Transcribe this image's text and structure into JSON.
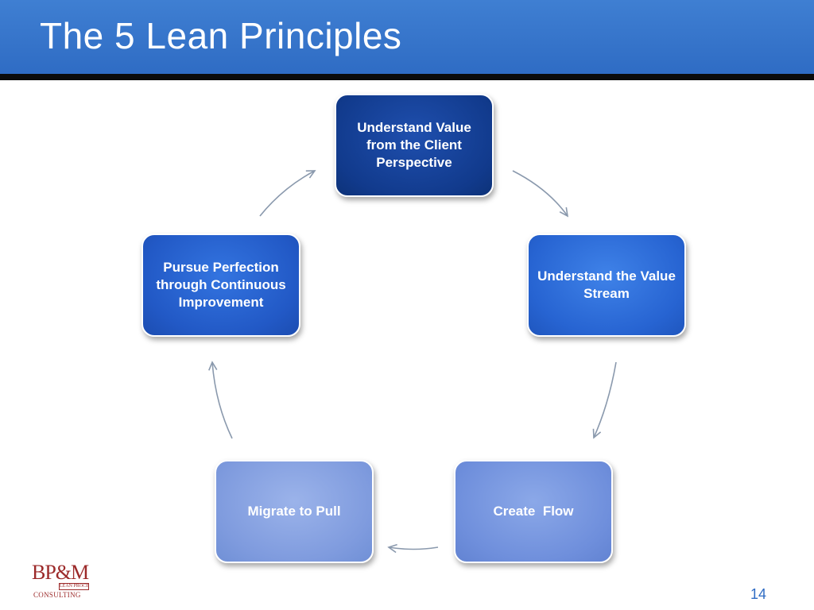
{
  "slide": {
    "title": "The 5 Lean Principles",
    "page_number": "14"
  },
  "cycle": {
    "steps": [
      {
        "label": "Understand Value from the Client Perspective"
      },
      {
        "label": "Understand the Value Stream"
      },
      {
        "label": "Create  Flow"
      },
      {
        "label": "Migrate to Pull"
      },
      {
        "label": "Pursue Perfection through Continuous Improvement"
      }
    ],
    "colors": {
      "step1": "#113a8c",
      "step2": "#2764d2",
      "step3": "#6f8fdc",
      "step4": "#7f9bde",
      "step5": "#2259c6",
      "arrow": "#8a99ad"
    }
  },
  "logo": {
    "main": "BP&M",
    "boxed": "LEAN PROCESS",
    "sub": "CONSULTING"
  },
  "theme": {
    "title_bar": "#2f6cc4",
    "title_rule": "#0b0b0b",
    "logo_color": "#9c2a2a"
  }
}
